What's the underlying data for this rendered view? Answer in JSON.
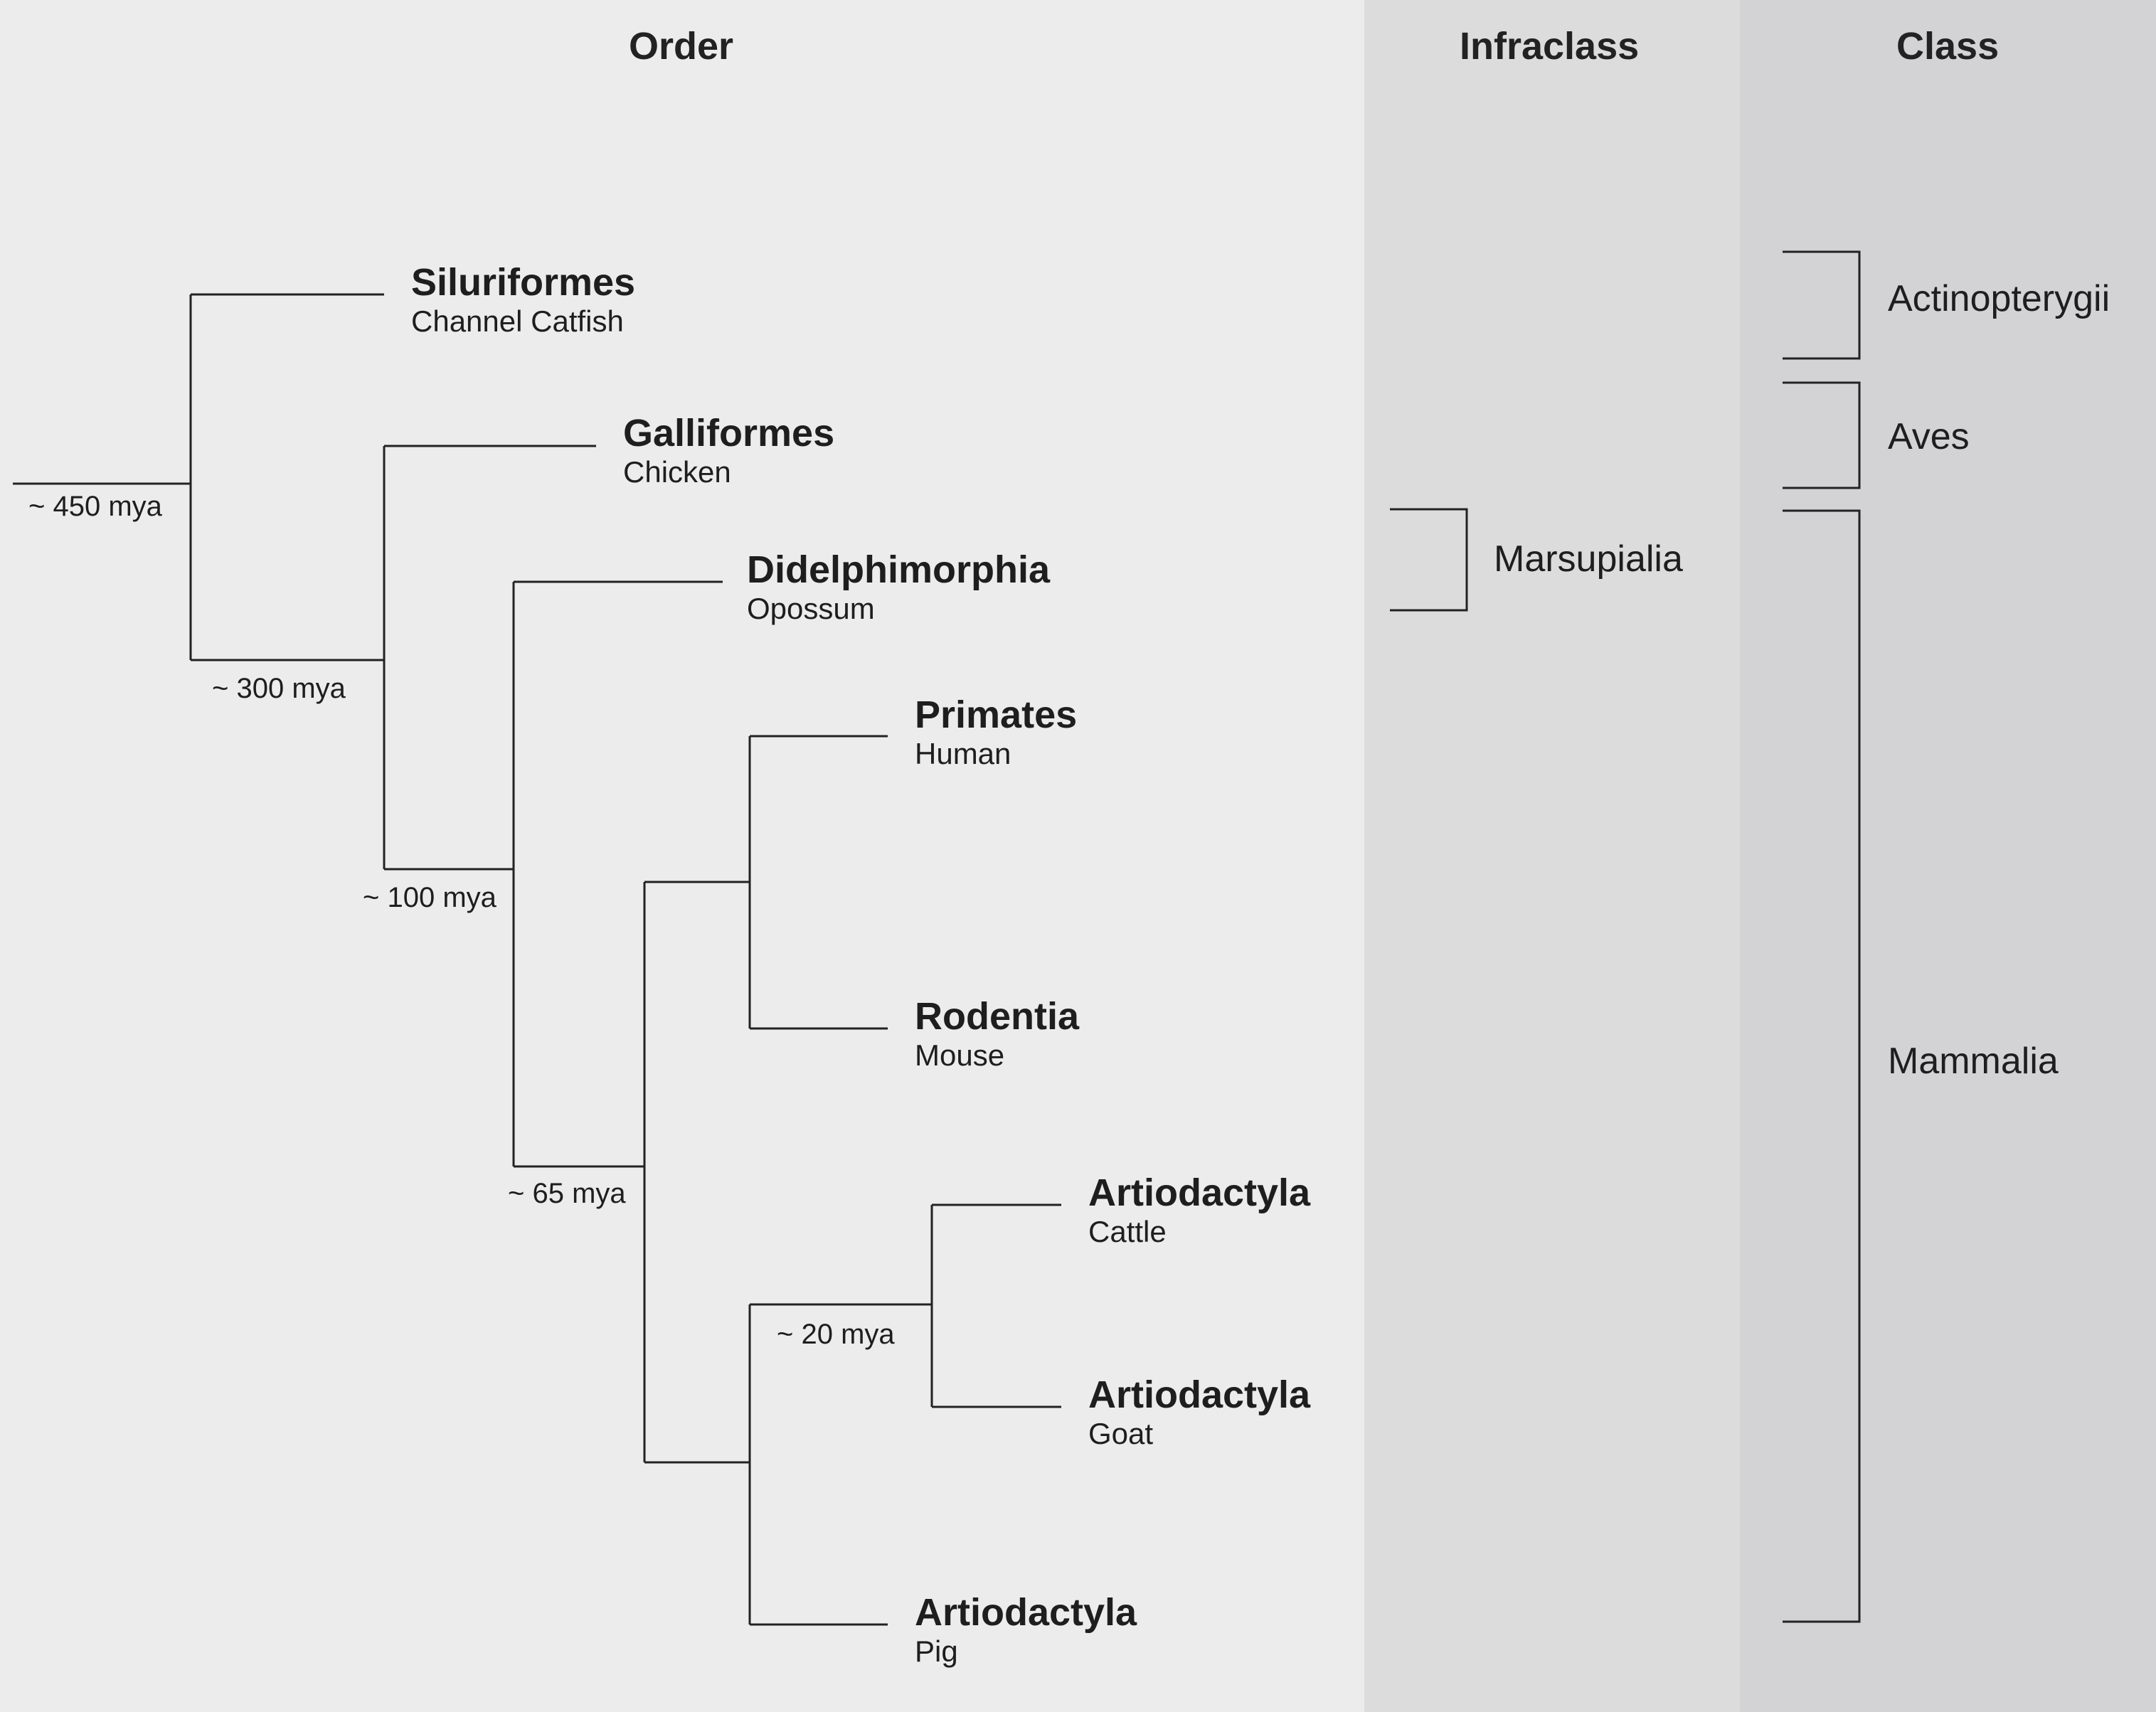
{
  "headers": {
    "order": "Order",
    "infraclass": "Infraclass",
    "class": "Class"
  },
  "taxa": [
    {
      "order": "Siluriformes",
      "common": "Channel Catfish"
    },
    {
      "order": "Galliformes",
      "common": "Chicken"
    },
    {
      "order": "Didelphimorphia",
      "common": "Opossum"
    },
    {
      "order": "Primates",
      "common": "Human"
    },
    {
      "order": "Rodentia",
      "common": "Mouse"
    },
    {
      "order": "Artiodactyla",
      "common": "Cattle"
    },
    {
      "order": "Artiodactyla",
      "common": "Goat"
    },
    {
      "order": "Artiodactyla",
      "common": "Pig"
    }
  ],
  "divergence_times": [
    "~ 450 mya",
    "~ 300 mya",
    "~ 100 mya",
    "~ 65 mya",
    "~ 20 mya"
  ],
  "infraclass_groups": [
    {
      "label": "Marsupialia"
    }
  ],
  "class_groups": [
    {
      "label": "Actinopterygii"
    },
    {
      "label": "Aves"
    },
    {
      "label": "Mammalia"
    }
  ]
}
